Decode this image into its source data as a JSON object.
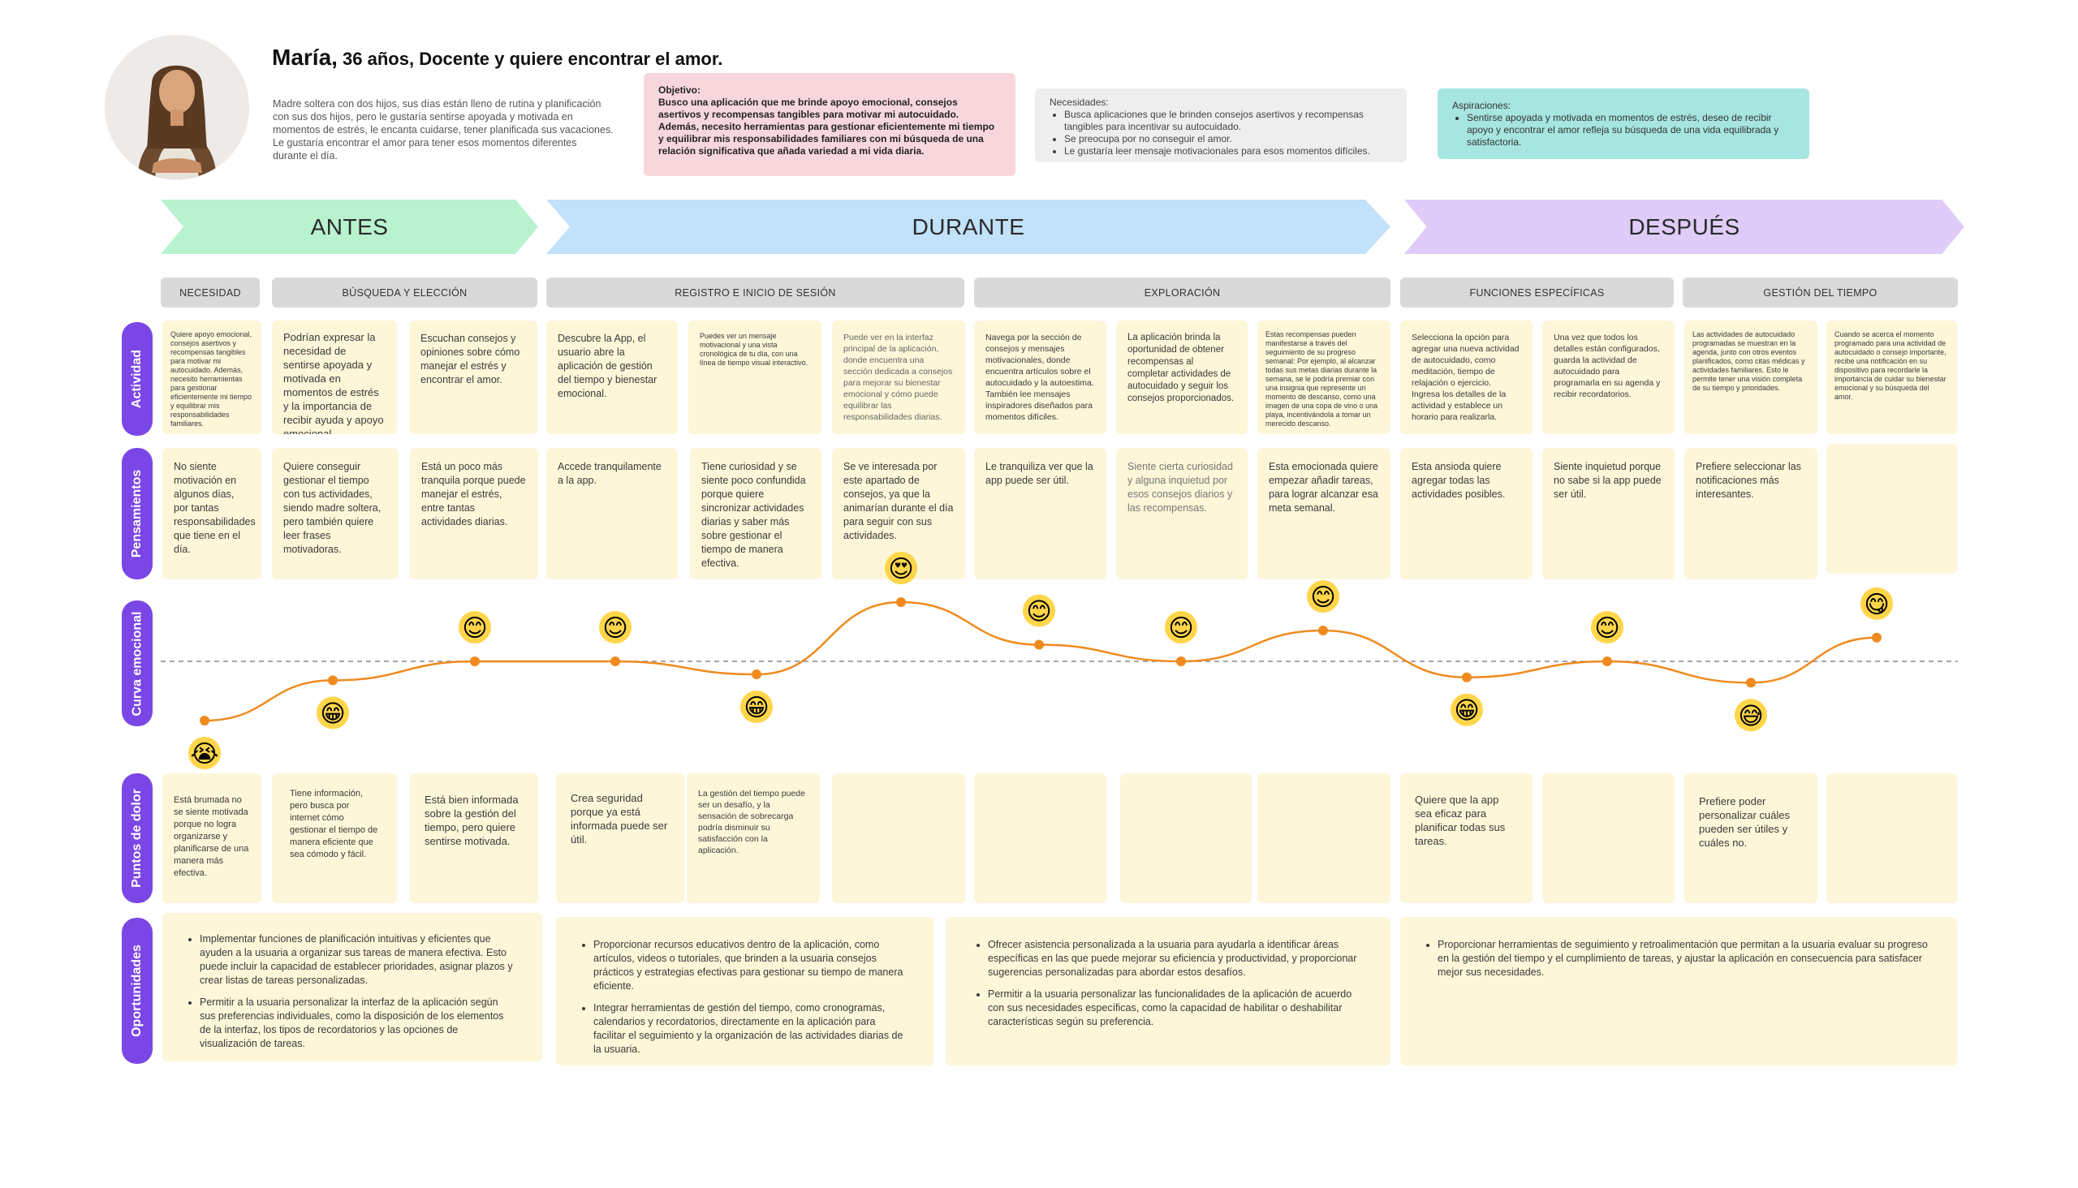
{
  "persona": {
    "name": "María,",
    "title_rest": " 36 años, Docente y quiere encontrar el amor.",
    "description": "Madre soltera con dos hijos, sus días están lleno de rutina y planificación con sus dos hijos, pero le gustaría sentirse apoyada y motivada en momentos de estrés, le encanta cuidarse, tener planificada sus vacaciones. Le gustaría encontrar el amor para tener esos momentos diferentes durante el día."
  },
  "objetivo": {
    "title": "Objetivo:",
    "text": "Busco una aplicación que me brinde apoyo emocional, consejos asertivos y recompensas tangibles para motivar mi autocuidado. Además, necesito herramientas para gestionar eficientemente mi tiempo y equilibrar mis responsabilidades familiares con mi búsqueda de una relación significativa que añada variedad a mi vida diaria."
  },
  "necesidades": {
    "title": "Necesidades:",
    "items": [
      "Busca aplicaciones que le brinden consejos asertivos y recompensas tangibles para incentivar su autocuidado.",
      "Se preocupa por no conseguir el amor.",
      "Le gustaría leer mensaje motivacionales para esos momentos difíciles."
    ]
  },
  "aspiraciones": {
    "title": "Aspiraciones:",
    "items": [
      "Sentirse apoyada y motivada en momentos de estrés, deseo de recibir apoyo y encontrar el amor refleja su búsqueda de una vida equilibrada y satisfactoria."
    ]
  },
  "phases": {
    "antes": "ANTES",
    "durante": "DURANTE",
    "despues": "DESPUÉS"
  },
  "stages": {
    "necesidad": "NECESIDAD",
    "busqueda": "BÚSQUEDA Y ELECCIÓN",
    "registro": "REGISTRO E INICIO DE SESIÓN",
    "exploracion": "EXPLORACIÓN",
    "funciones": "FUNCIONES ESPECÍFICAS",
    "gestion": "GESTIÓN DEL TIEMPO"
  },
  "row_labels": {
    "actividad": "Actividad",
    "pensamientos": "Pensamientos",
    "curva": "Curva emocional",
    "dolor": "Puntos de dolor",
    "oportunidades": "Oportunidades"
  },
  "actividad": [
    "Quiere apoyo emocional, consejos asertivos y recompensas tangibles para motivar mi autocuidado. Además, necesito herramientas para gestionar eficientemente mi tiempo y equilibrar mis responsabilidades familiares.",
    "Podrían expresar la necesidad de sentirse apoyada y motivada en momentos de estrés y la importancia de recibir ayuda y apoyo emocional.",
    "Escuchan consejos y opiniones sobre cómo manejar el estrés y encontrar el amor.",
    "Descubre la App, el usuario abre la aplicación de gestión del tiempo y bienestar emocional.",
    "Puedes ver un mensaje motivacional y una vista cronológica de tu día, con una línea de tiempo visual interactivo.",
    "Puede ver en la interfaz principal de la aplicación, donde encuentra una sección dedicada a consejos para mejorar su bienestar emocional y cómo puede equilibrar las responsabilidades diarias.",
    "Navega por la sección de consejos y mensajes motivacionales, donde encuentra artículos sobre el autocuidado y la autoestima. También lee mensajes inspiradores diseñados para momentos difíciles.",
    "La aplicación brinda la oportunidad de obtener recompensas al completar actividades de autocuidado y seguir los consejos proporcionados.",
    "Estas recompensas pueden manifestarse a través del seguimiento de su progreso semanal: Por ejemplo, al alcanzar todas sus metas diarias durante la semana, se le podría premiar con una insignia que represente un momento de descanso, como una imagen de una copa de vino o una playa, incentivándola a tomar un merecido descanso.",
    "Selecciona la opción para agregar una nueva actividad de autocuidado, como meditación, tiempo de relajación o ejercicio. Ingresa los detalles de la actividad y establece un horario para realizarla.",
    "Una vez que todos los detalles están configurados, guarda la actividad de autocuidado para programarla en su agenda y recibir recordatorios.",
    "Las actividades de autocuidado programadas se muestran en la agenda, junto con otros eventos planificados, como citas médicas y actividades familiares. Esto le permite tener una visión completa de su tiempo y prioridades.",
    "Cuando se acerca el momento programado para una actividad de autocuidado o consejo importante, recibe una notificación en su dispositivo para recordarle la importancia de cuidar su bienestar emocional y su búsqueda del amor."
  ],
  "pensamientos": [
    "No siente motivación en algunos días, por tantas responsabilidades que tiene en el día.",
    "Quiere conseguir gestionar el tiempo con tus actividades, siendo madre soltera, pero también quiere leer frases motivadoras.",
    "Está un poco más tranquila porque puede manejar el estrés, entre tantas actividades diarias.",
    "Accede tranquilamente a la app.",
    "Tiene curiosidad y se siente poco confundida porque quiere sincronizar actividades diarias y saber más sobre gestionar el tiempo de manera efectiva.",
    "Se ve interesada por este apartado de consejos, ya que la animarían durante el día para seguir con sus actividades.",
    "Le tranquiliza ver que la app puede ser útil.",
    "Siente cierta curiosidad y alguna inquietud por esos consejos diarios y las recompensas.",
    "Esta emocionada quiere empezar añadir tareas, para lograr alcanzar esa meta semanal.",
    "Esta ansioda quiere agregar todas las actividades posibles.",
    "Siente inquietud porque no sabe si la app puede ser útil.",
    "Prefiere seleccionar las notificaciones más interesantes.",
    ""
  ],
  "emotion_curve": {
    "baseline": 0,
    "points": [
      {
        "emoji": "😭",
        "value": -1.0
      },
      {
        "emoji": "😁",
        "value": -0.32
      },
      {
        "emoji": "😊",
        "value": 0.0
      },
      {
        "emoji": "😊",
        "value": 0.0
      },
      {
        "emoji": "😁",
        "value": -0.22
      },
      {
        "emoji": "😍",
        "value": 1.0
      },
      {
        "emoji": "😊",
        "value": 0.28
      },
      {
        "emoji": "😊",
        "value": 0.0
      },
      {
        "emoji": "😊",
        "value": 0.52
      },
      {
        "emoji": "😁",
        "value": -0.27
      },
      {
        "emoji": "😊",
        "value": 0.0
      },
      {
        "emoji": "😅",
        "value": -0.36
      },
      {
        "emoji": "😋",
        "value": 0.4
      }
    ]
  },
  "dolor": [
    "Está brumada no se siente motivada porque no logra organizarse y planificarse de una manera más efectiva.",
    "Tiene información, pero busca por internet cómo gestionar el tiempo de manera eficiente que sea cómodo y fácil.",
    "Está bien informada sobre la gestión del tiempo, pero quiere sentirse motivada.",
    "Crea seguridad porque ya está informada puede ser útil.",
    "La gestión del tiempo puede ser un desafío, y la sensación de sobrecarga podría disminuir su satisfacción con la aplicación.",
    "",
    "",
    "",
    "",
    "Quiere que la app sea eficaz para planificar todas sus tareas.",
    "",
    "Prefiere poder personalizar cuáles pueden ser útiles y cuáles no.",
    ""
  ],
  "oportunidades": [
    {
      "items": [
        "Implementar funciones de planificación intuitivas y eficientes que ayuden a la usuaria a organizar sus tareas de manera efectiva. Esto puede incluir la capacidad de establecer prioridades, asignar plazos y crear listas de tareas personalizadas.",
        "Permitir a la usuaria personalizar la interfaz de la aplicación según sus preferencias individuales, como la disposición de los elementos de la interfaz, los tipos de recordatorios y las opciones de visualización de tareas."
      ]
    },
    {
      "items": [
        "Proporcionar recursos educativos dentro de la aplicación, como artículos, videos o tutoriales, que brinden a la usuaria consejos prácticos y estrategias efectivas para gestionar su tiempo de manera eficiente.",
        "Integrar herramientas de gestión del tiempo, como cronogramas, calendarios y recordatorios, directamente en la aplicación para facilitar el seguimiento y la organización de las actividades diarias de la usuaria."
      ]
    },
    {
      "items": [
        "Ofrecer asistencia personalizada a la usuaria para ayudarla a identificar áreas específicas en las que puede mejorar su eficiencia y productividad, y proporcionar sugerencias personalizadas para abordar estos desafíos.",
        "Permitir a la usuaria personalizar las funcionalidades de la aplicación de acuerdo con sus necesidades específicas, como la capacidad de habilitar o deshabilitar características según su preferencia."
      ]
    },
    {
      "items": [
        "Proporcionar herramientas de seguimiento y retroalimentación que permitan a la usuaria evaluar su progreso en la gestión del tiempo y el cumplimiento de tareas, y ajustar la aplicación en consecuencia para satisfacer mejor sus necesidades."
      ]
    }
  ]
}
